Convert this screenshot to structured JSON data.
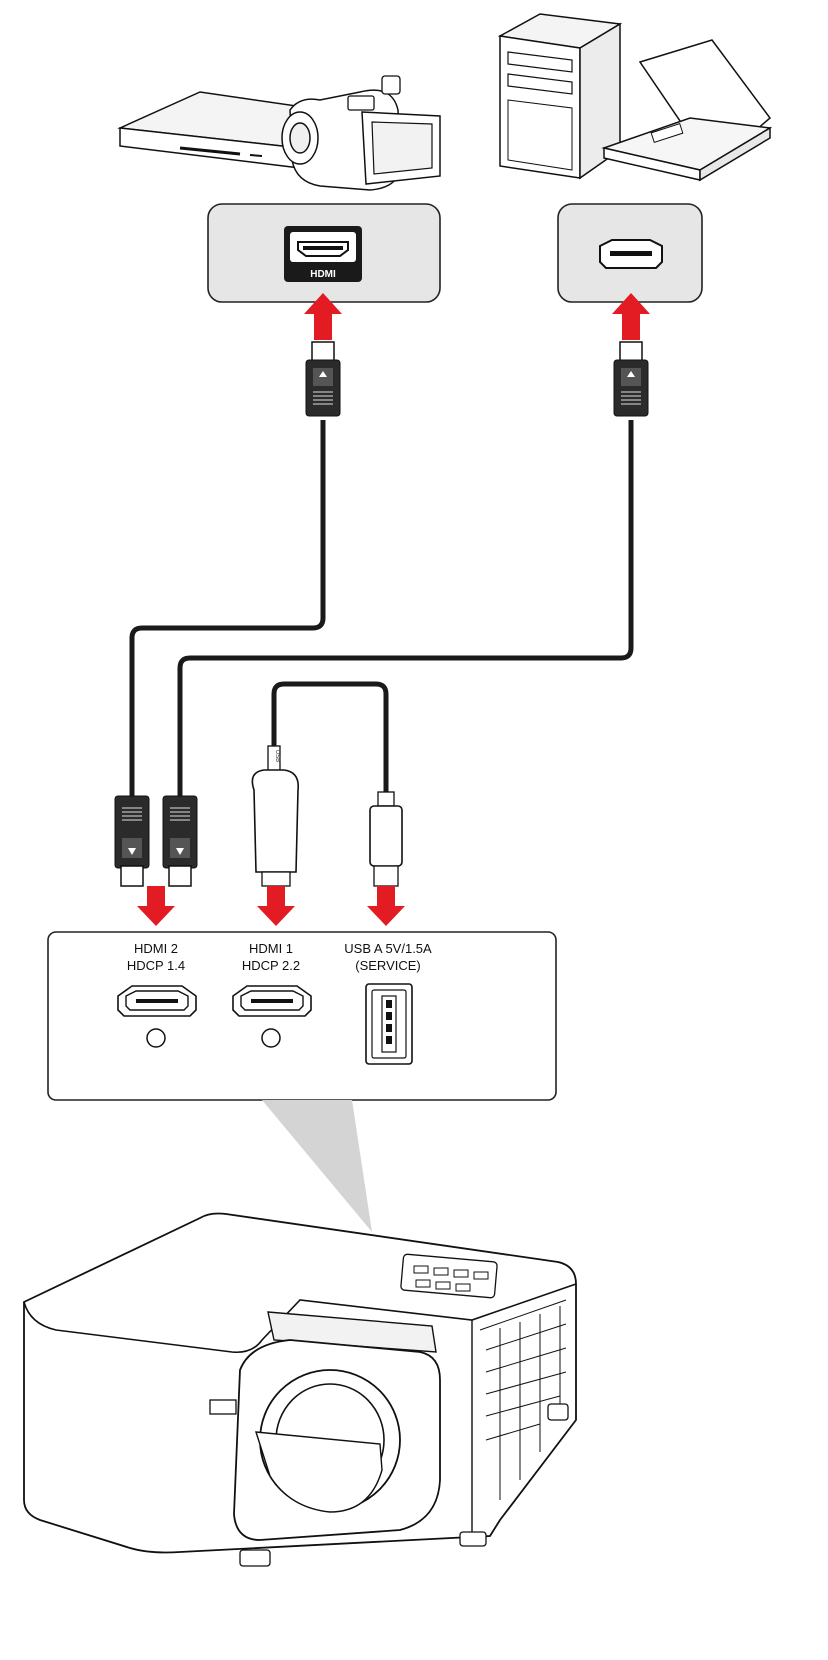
{
  "colors": {
    "arrow": "#e31b23",
    "panel_fill": "#e6e6e6",
    "panel_stroke": "#222222",
    "cable": "#1a1a1a",
    "connector": "#2b2b2b",
    "projection_beam": "#d0d0d0"
  },
  "sources": {
    "left": {
      "devices": [
        "dvd-player-icon",
        "camcorder-icon"
      ],
      "port_icon": "hdmi-port-icon",
      "port_badge": "HDMI"
    },
    "right": {
      "devices": [
        "desktop-tower-icon",
        "laptop-icon"
      ],
      "port_icon": "hdmi-port-icon"
    }
  },
  "projector_panel": {
    "ports": [
      {
        "line1": "HDMI 2",
        "line2": "HDCP 1.4",
        "icon": "hdmi-port-icon"
      },
      {
        "line1": "HDMI 1",
        "line2": "HDCP 2.2",
        "icon": "hdmi-port-icon"
      },
      {
        "line1": "USB A 5V/1.5A",
        "line2": "(SERVICE)",
        "icon": "usb-a-port-icon"
      }
    ]
  },
  "usb_plug_text": "USB",
  "projector": {
    "icon": "projector-icon"
  }
}
